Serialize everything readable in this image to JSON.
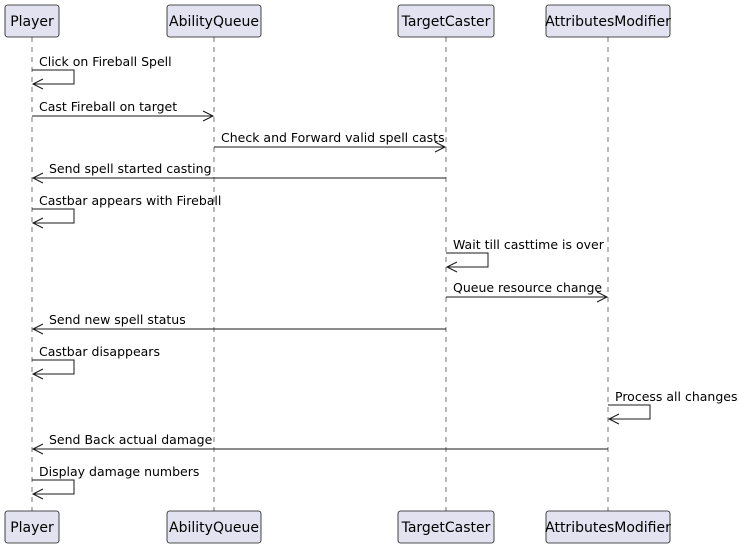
{
  "participants": [
    {
      "id": "player",
      "name": "Player"
    },
    {
      "id": "abilityqueue",
      "name": "AbilityQueue"
    },
    {
      "id": "targetcaster",
      "name": "TargetCaster"
    },
    {
      "id": "attributesmodifier",
      "name": "AttributesModifier"
    }
  ],
  "messages": [
    {
      "from": "player",
      "to": "player",
      "text": "Click on Fireball Spell"
    },
    {
      "from": "player",
      "to": "abilityqueue",
      "text": "Cast Fireball on target"
    },
    {
      "from": "abilityqueue",
      "to": "targetcaster",
      "text": "Check and Forward valid spell casts"
    },
    {
      "from": "targetcaster",
      "to": "player",
      "text": "Send spell started casting"
    },
    {
      "from": "player",
      "to": "player",
      "text": "Castbar appears with Fireball"
    },
    {
      "from": "targetcaster",
      "to": "targetcaster",
      "text": "Wait till casttime is over"
    },
    {
      "from": "targetcaster",
      "to": "attributesmodifier",
      "text": "Queue resource change"
    },
    {
      "from": "targetcaster",
      "to": "player",
      "text": "Send new spell status"
    },
    {
      "from": "player",
      "to": "player",
      "text": "Castbar disappears"
    },
    {
      "from": "attributesmodifier",
      "to": "attributesmodifier",
      "text": "Process all changes"
    },
    {
      "from": "attributesmodifier",
      "to": "player",
      "text": "Send Back actual damage"
    },
    {
      "from": "player",
      "to": "player",
      "text": "Display damage numbers"
    }
  ]
}
